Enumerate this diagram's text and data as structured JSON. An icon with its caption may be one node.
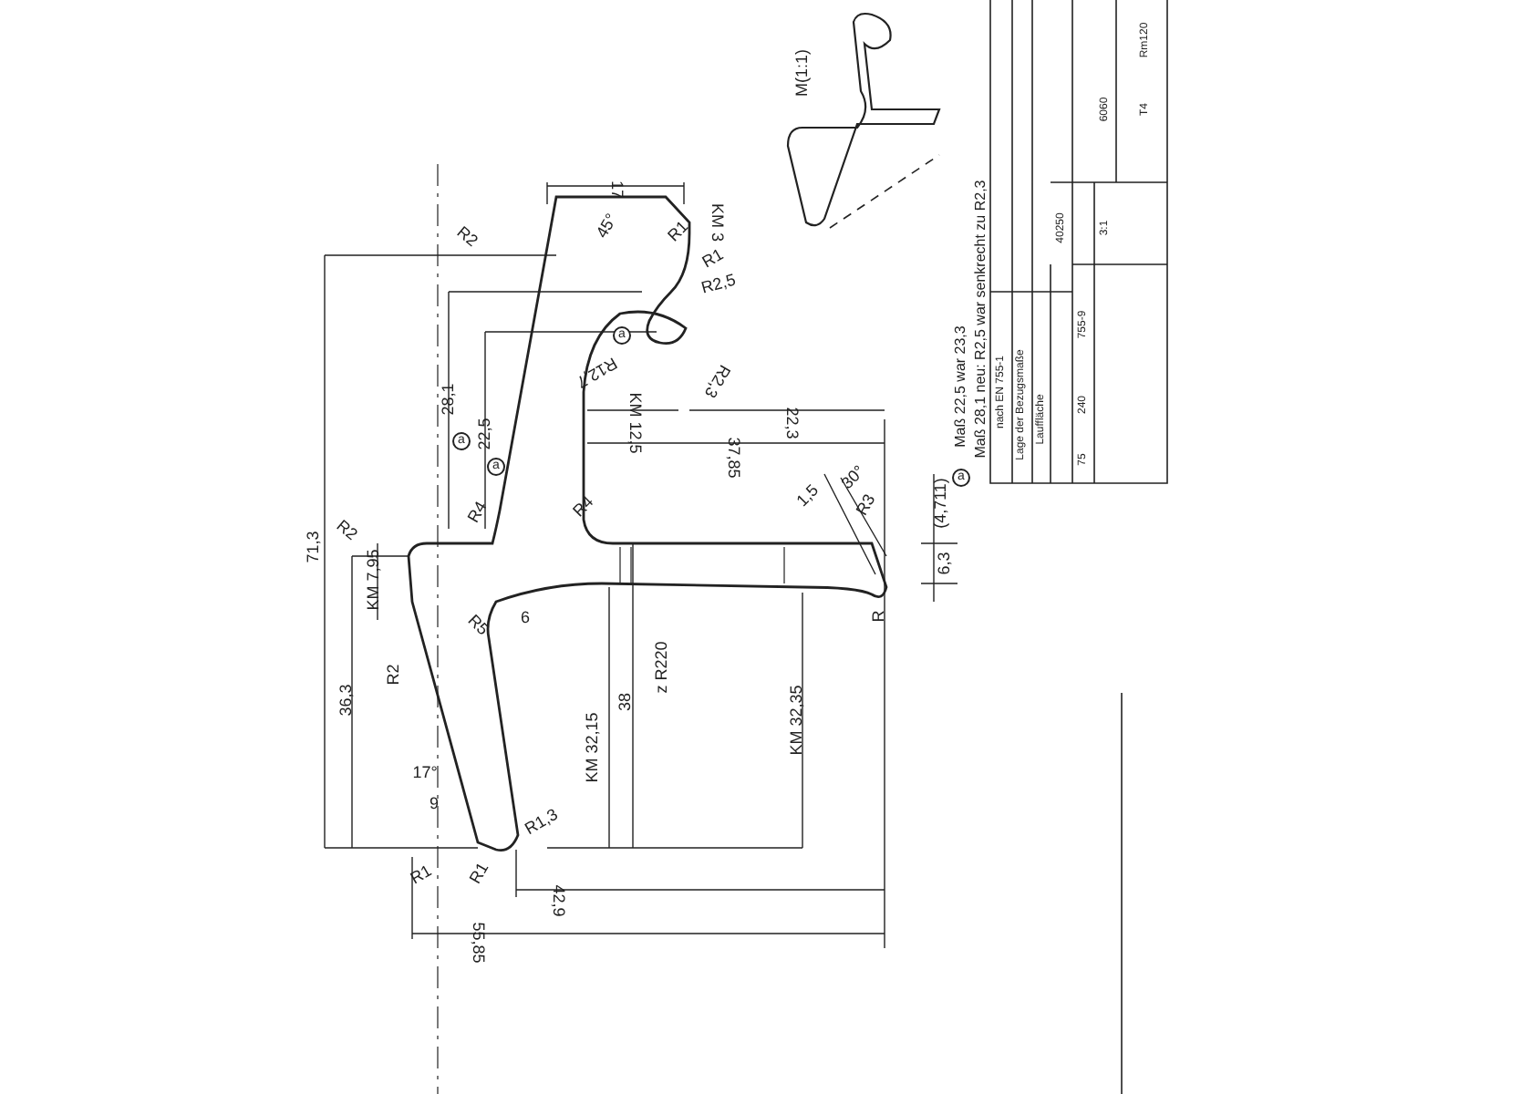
{
  "diagram": {
    "labels": [
      "M(1:1)",
      "17",
      "45°",
      "KM 3",
      "R1",
      "R1",
      "R2,5",
      "a",
      "R12,7",
      "R2,3",
      "a",
      "28,1",
      "a",
      "22,5",
      "KM 12,5",
      "22,3",
      "37,85",
      "R4",
      "R4",
      "1,5",
      "30°",
      "R3",
      "(4,711)",
      "6,3",
      "R",
      "R2",
      "R2",
      "71,3",
      "KM 7,95",
      "R5",
      "6",
      "R2",
      "36,3",
      "KM 32,15",
      "38",
      "z R220",
      "KM 32,35",
      "17°",
      "9",
      "R1",
      "R1",
      "R1,3",
      "42,9",
      "55,85",
      "a",
      "Maß 22,5 war 23,3",
      "Maß 28,1 neu: R2,5 war senkrecht zu R2,3",
      "nach EN 755-1",
      "Lage der Bezugsmaße",
      "Lauffläche",
      "75",
      "240",
      "755-9",
      "3:1",
      "40250",
      "6060",
      "T4",
      "Rm120"
    ]
  }
}
